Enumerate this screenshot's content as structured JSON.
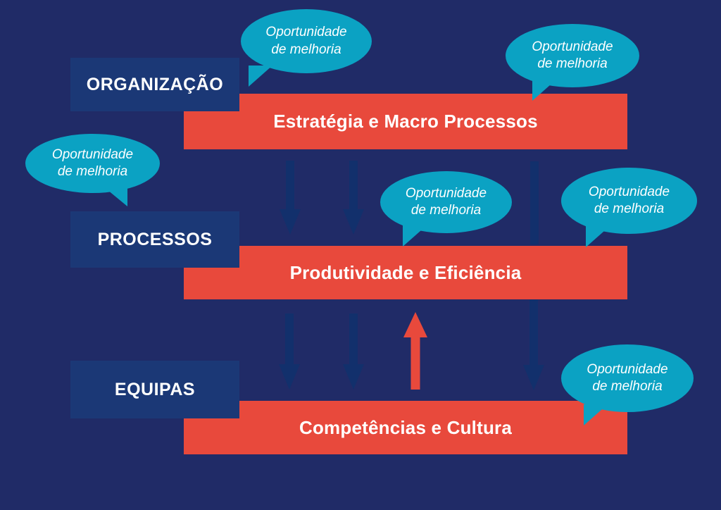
{
  "diagram": {
    "rows": [
      {
        "label": "ORGANIZAÇÃO",
        "bar": "Estratégia e Macro Processos"
      },
      {
        "label": "PROCESSOS",
        "bar": "Produtividade e Eficiência"
      },
      {
        "label": "EQUIPAS",
        "bar": "Competências e Cultura"
      }
    ],
    "bubble": {
      "line1": "Oportunidade",
      "line2": "de melhoria"
    },
    "bubble_count": 6,
    "arrows": {
      "down_arrows": 5,
      "up_arrows": 1,
      "connector_lines": 1
    }
  },
  "colors": {
    "background": "#202B67",
    "panel": "#1B3876",
    "bar": "#E8493C",
    "bubble": "#0BA2C3",
    "arrow": "#12306C",
    "text": "#FFFFFF"
  }
}
